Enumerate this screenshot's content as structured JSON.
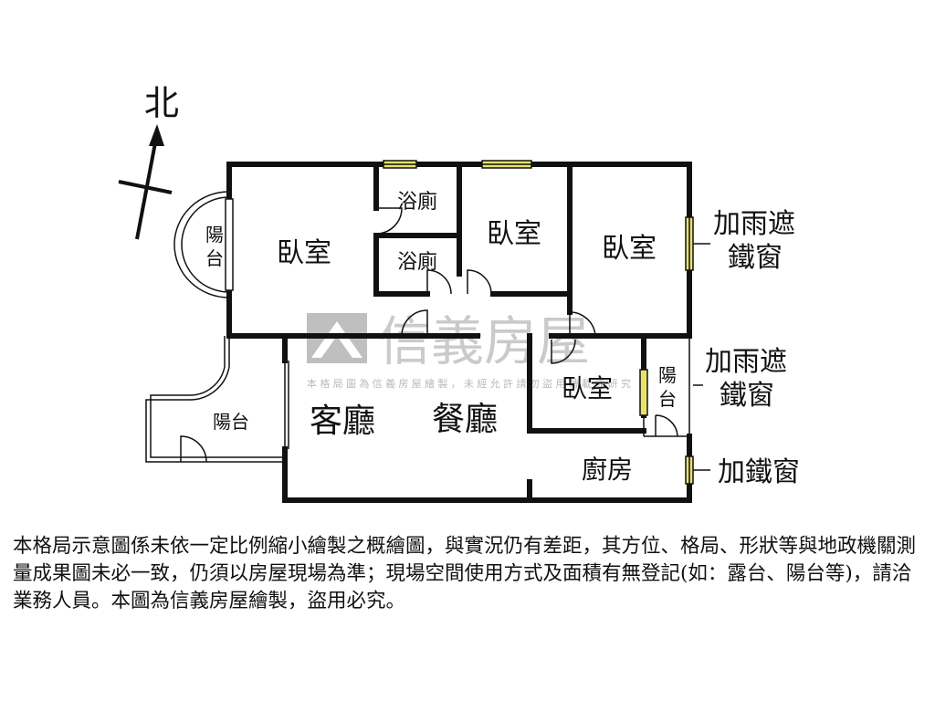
{
  "compass": {
    "label": "北"
  },
  "rooms": {
    "bedroom_main": "臥室",
    "bath_upper": "浴廁",
    "bath_lower": "浴廁",
    "bedroom_mid": "臥室",
    "bedroom_right": "臥室",
    "bedroom_small": "臥室",
    "balcony_left_bedroom": "陽台",
    "balcony_living": "陽台",
    "balcony_right": "陽台",
    "living_room": "客廳",
    "dining_room": "餐廳",
    "kitchen": "廚房"
  },
  "annotations": {
    "rain_cover_1_line1": "加雨遮",
    "rain_cover_1_line2": "鐵窗",
    "rain_cover_2_line1": "加雨遮",
    "rain_cover_2_line2": "鐵窗",
    "iron_window": "加鐵窗"
  },
  "watermark": {
    "brand": "信義房屋",
    "notice": "本格局圖為信義房屋繪製，未經允許請勿盜用轉載或研究"
  },
  "disclaimer": "本格局示意圖係未依一定比例縮小繪製之概繪圖，與實況仍有差距，其方位、格局、形狀等與地政機關測量成果圖未必一致，仍須以房屋現場為準；現場空間使用方式及面積有無登記(如：露台、陽台等)，請洽業務人員。本圖為信義房屋繪製，盜用必究。",
  "colors": {
    "wall": "#111111",
    "window": "#e8e26a",
    "watermark": "#8c8c8c"
  }
}
